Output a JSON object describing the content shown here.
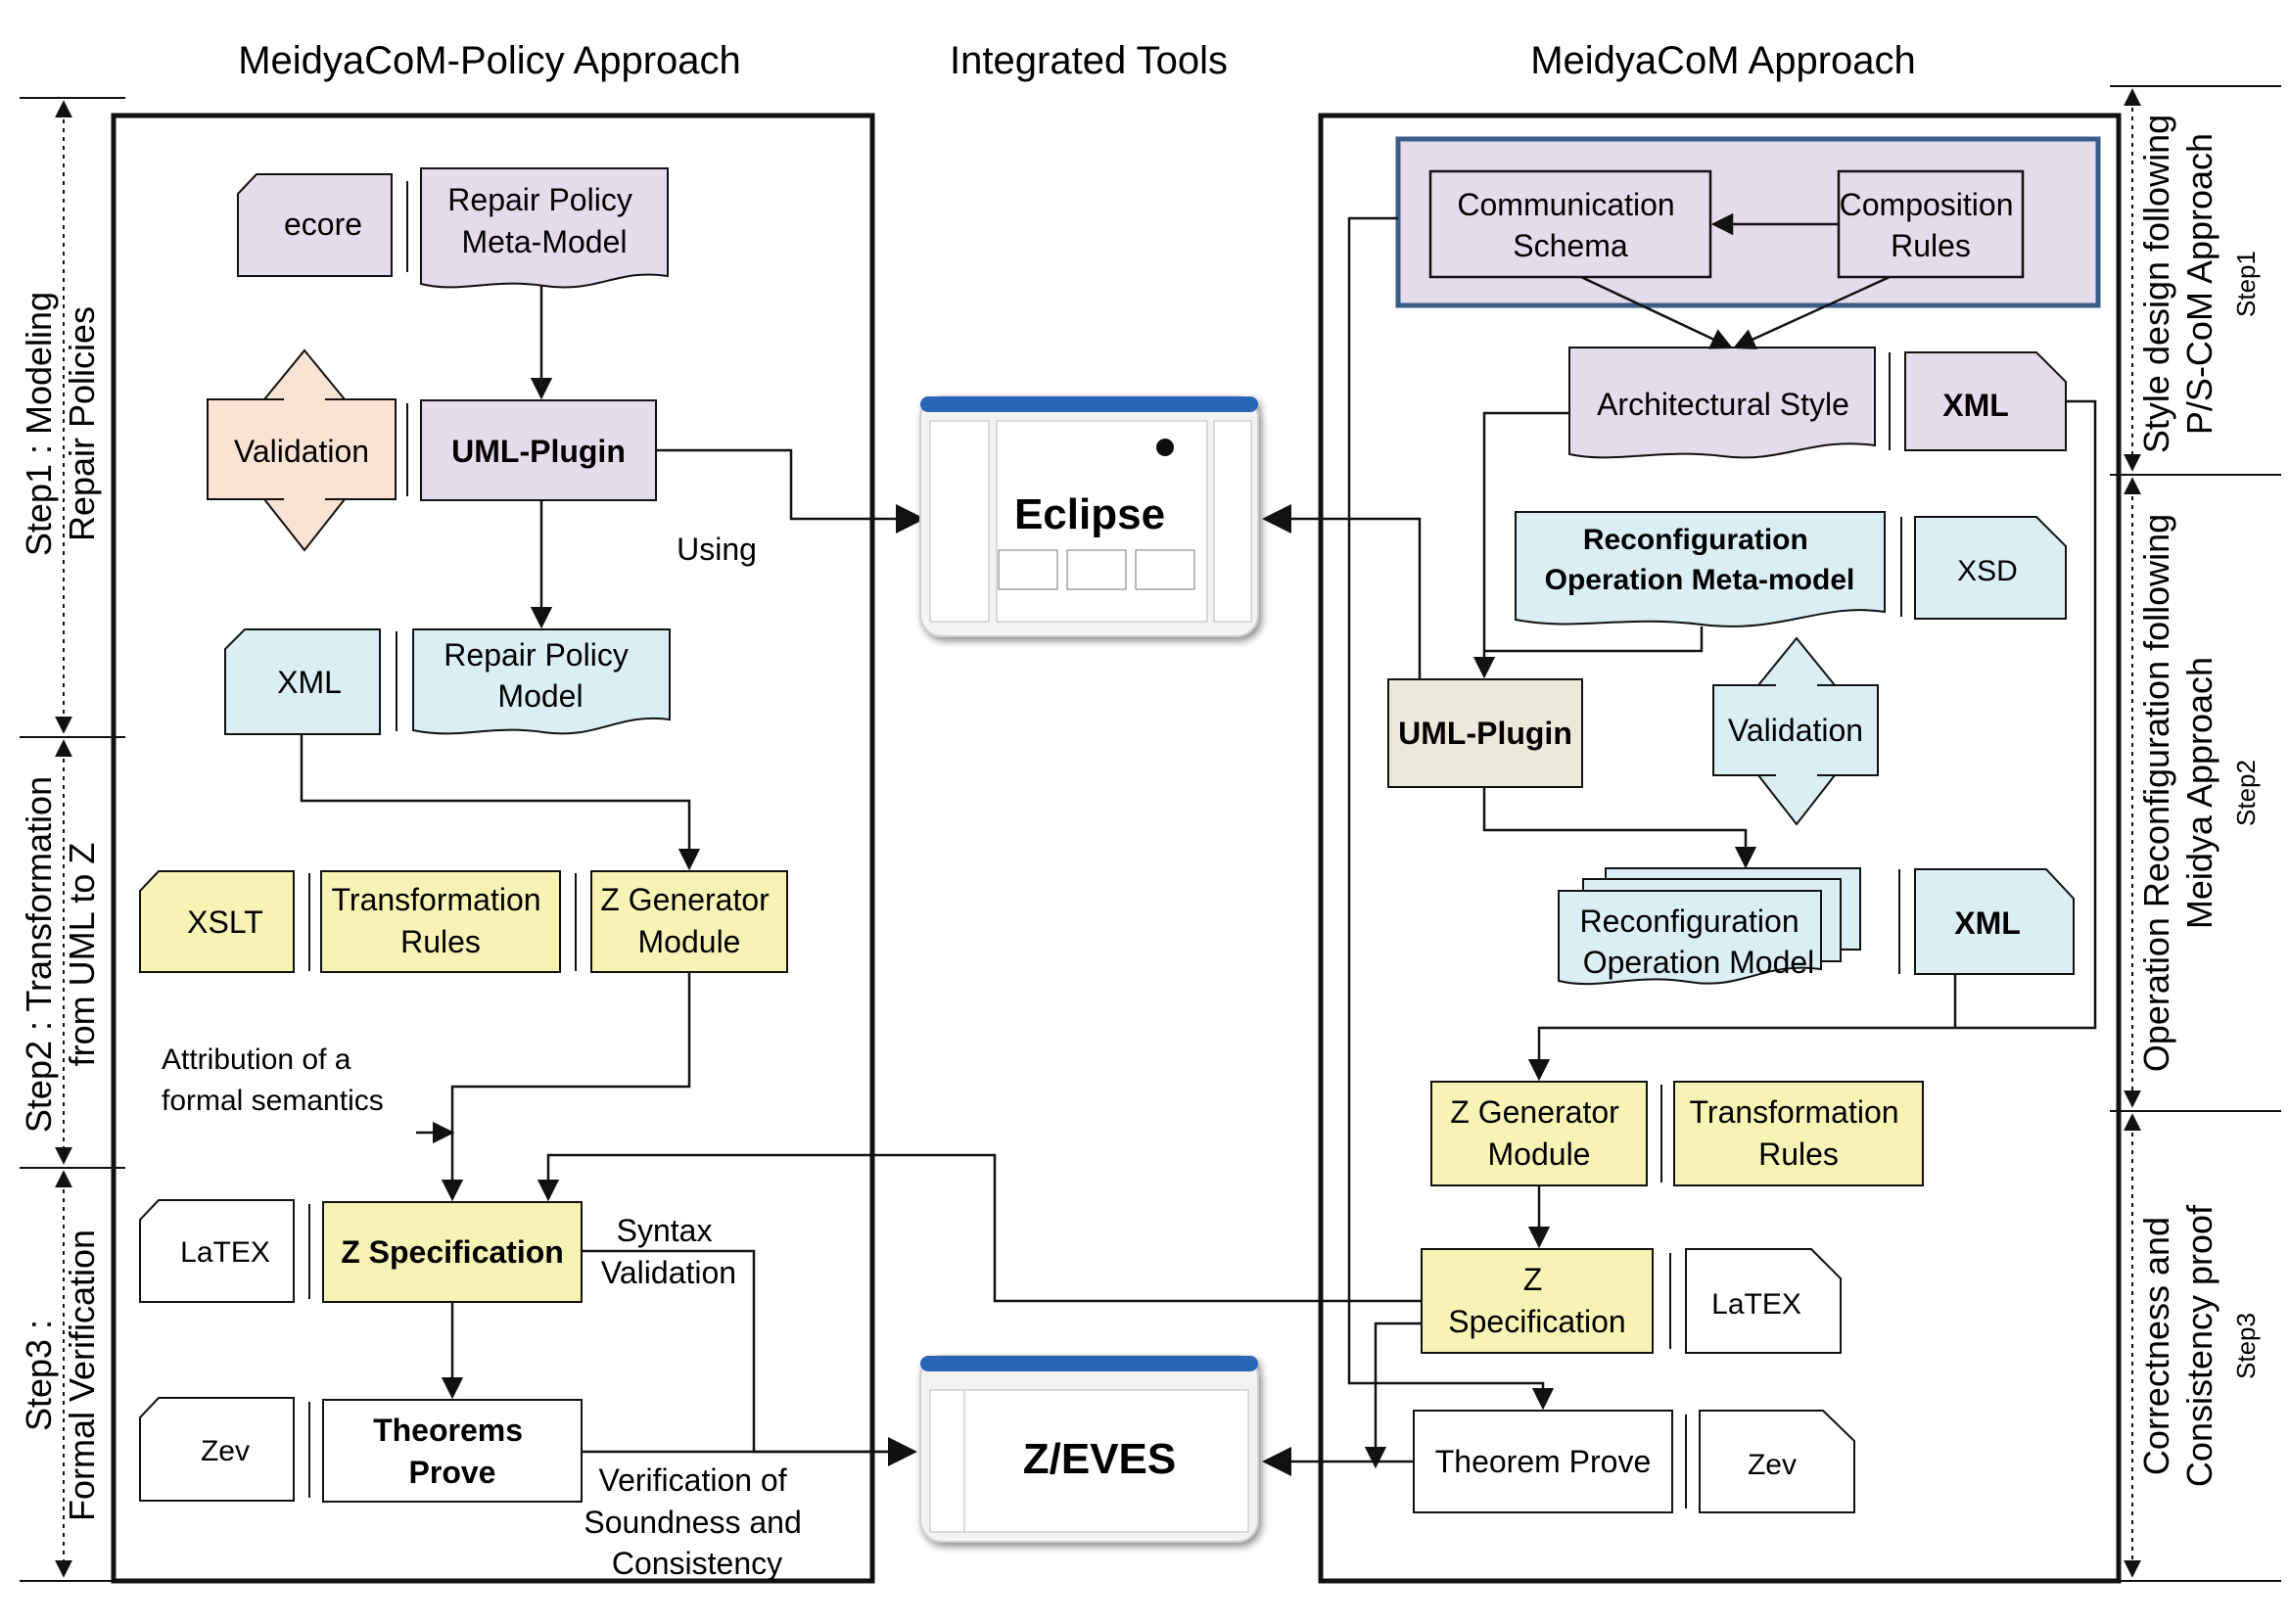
{
  "headers": {
    "left": "MeidyaCoM-Policy Approach",
    "center": "Integrated Tools",
    "right": "MeidyaCoM Approach"
  },
  "left_steps": {
    "step1": [
      "Step1 : Modeling",
      "Repair Policies"
    ],
    "step2": [
      "Step2 : Transformation",
      "from UML to Z"
    ],
    "step3": [
      "Step3 :",
      "Formal Verification"
    ]
  },
  "right_steps": {
    "step1": [
      "Style design following",
      "P/S-CoM Approach"
    ],
    "step1_tag": "Step1",
    "step2": [
      "Operation Reconfiguration following",
      "Meidya Approach"
    ],
    "step2_tag": "Step2",
    "step3": [
      "Correctness and",
      "Consistency proof"
    ],
    "step3_tag": "Step3"
  },
  "left": {
    "ecore": "ecore",
    "repair_meta": [
      "Repair Policy",
      "Meta-Model"
    ],
    "validation": "Validation",
    "uml_plugin": "UML-Plugin",
    "using": "Using",
    "xml": "XML",
    "repair_model": [
      "Repair Policy",
      "Model"
    ],
    "xslt": "XSLT",
    "transformation_rules": [
      "Transformation",
      "Rules"
    ],
    "zgen": [
      "Z Generator",
      "Module"
    ],
    "attribution": [
      "Attribution of a",
      "formal semantics"
    ],
    "latex": "LaTEX",
    "zspec": "Z Specification",
    "syntax": [
      "Syntax",
      "Validation"
    ],
    "zev": "Zev",
    "theorems": [
      "Theorems",
      "Prove"
    ],
    "verification": [
      "Verification of",
      "Soundness and",
      "Consistency"
    ]
  },
  "center": {
    "eclipse": "Eclipse",
    "zeves": "Z/EVES"
  },
  "right": {
    "comm_schema": [
      "Communication",
      "Schema"
    ],
    "comp_rules": [
      "Composition",
      "Rules"
    ],
    "arch_style": "Architectural Style",
    "xml1": "XML",
    "reconf_meta": [
      "Reconfiguration",
      "Operation Meta-model"
    ],
    "xsd": "XSD",
    "uml_plugin": "UML-Plugin",
    "validation": "Validation",
    "reconf_model": [
      "Reconfiguration",
      "Operation Model"
    ],
    "xml2": "XML",
    "zgen": [
      "Z Generator",
      "Module"
    ],
    "transformation_rules": [
      "Transformation",
      "Rules"
    ],
    "zspec": [
      "Z",
      "Specification"
    ],
    "latex": "LaTEX",
    "theorem": "Theorem Prove",
    "zev": "Zev"
  },
  "colors": {
    "purple": "#e4dcea",
    "blue": "#daeef3",
    "yellow": "#f7f3b4",
    "peach": "#fbe3d3",
    "beige": "#ede8dc",
    "frame_blue": "#3a5d8a"
  }
}
